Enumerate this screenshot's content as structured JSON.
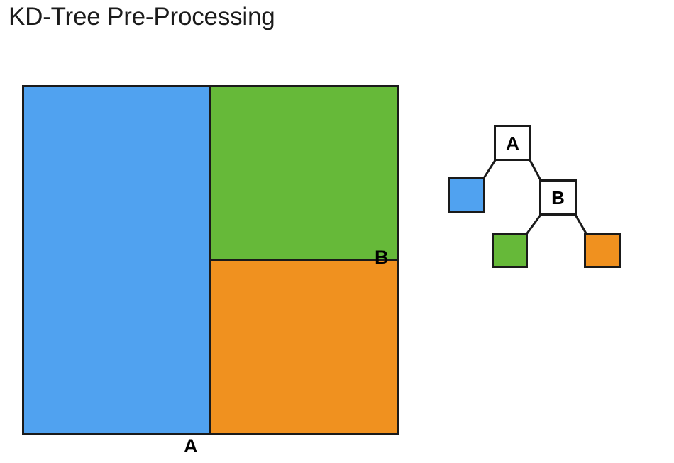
{
  "slide": {
    "title": "KD-Tree Pre-Processing",
    "background_color": "#ffffff"
  },
  "colors": {
    "blue": "#50a2f0",
    "green": "#66b939",
    "orange": "#f0911f",
    "stroke": "#1a1a1a",
    "text": "#1b1b1b",
    "node_fill": "#ffffff"
  },
  "partition_diagram": {
    "name": "kd-tree-space-partition",
    "regions": [
      {
        "id": "blue",
        "color": "#50a2f0",
        "side": "left-of-A"
      },
      {
        "id": "green",
        "color": "#66b939",
        "side": "right-of-A-above-B"
      },
      {
        "id": "orange",
        "color": "#f0911f",
        "side": "right-of-A-below-B"
      }
    ],
    "split_labels": [
      {
        "id": "A",
        "text": "A",
        "orientation": "vertical-split",
        "position": "below-square"
      },
      {
        "id": "B",
        "text": "B",
        "orientation": "horizontal-split",
        "position": "right-edge"
      }
    ]
  },
  "tree_diagram": {
    "name": "kd-tree-structure",
    "nodes": [
      {
        "id": "a",
        "label": "A",
        "type": "internal",
        "fill": "#ffffff"
      },
      {
        "id": "blue",
        "label": "",
        "type": "leaf",
        "fill": "#50a2f0"
      },
      {
        "id": "b",
        "label": "B",
        "type": "internal",
        "fill": "#ffffff"
      },
      {
        "id": "green",
        "label": "",
        "type": "leaf",
        "fill": "#66b939"
      },
      {
        "id": "orange",
        "label": "",
        "type": "leaf",
        "fill": "#f0911f"
      }
    ],
    "edges": [
      {
        "from": "a",
        "to": "blue"
      },
      {
        "from": "a",
        "to": "b"
      },
      {
        "from": "b",
        "to": "green"
      },
      {
        "from": "b",
        "to": "orange"
      }
    ]
  }
}
